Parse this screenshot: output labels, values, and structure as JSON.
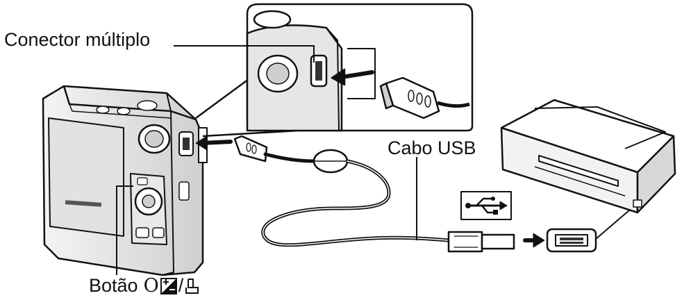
{
  "labels": {
    "connector": "Conector múltiplo",
    "cable": "Cabo USB",
    "button_text": "Botão",
    "button_symbol_o": "O",
    "button_separator": "/"
  },
  "icons": {
    "exposure": "exposure-compensation-icon",
    "print": "print-icon",
    "usb": "usb-symbol-icon",
    "arrow": "insert-arrow-icon"
  },
  "colors": {
    "ink": "#111111",
    "background": "#ffffff",
    "fill_light": "#ffffff",
    "fill_shade": "#d8d8d8"
  }
}
